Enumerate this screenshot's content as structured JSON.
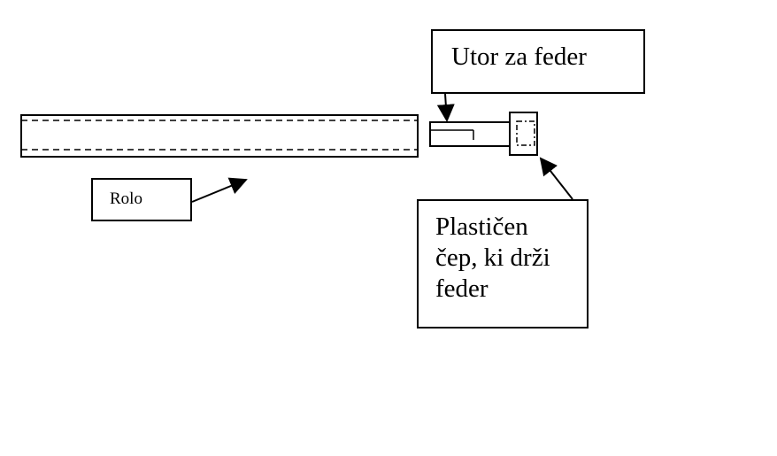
{
  "labels": {
    "spring_slot": "Utor za feder",
    "roller": "Rolo",
    "plastic_cap_lines": [
      "Plastičen",
      "čep, ki drži",
      "feder"
    ]
  },
  "colors": {
    "stroke": "#000000",
    "background": "#ffffff"
  }
}
